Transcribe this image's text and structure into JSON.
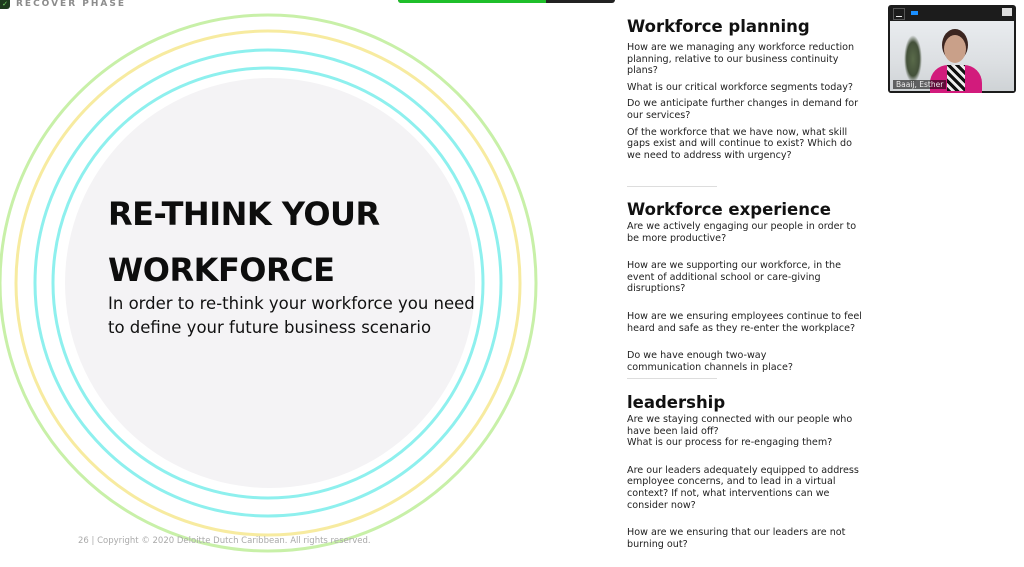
{
  "header": {
    "phase_label": "RECOVER PHASE",
    "share_progress": 0.68
  },
  "slide": {
    "title_line1": "RE-THINK YOUR",
    "title_line2": "WORKFORCE",
    "subtitle": "In order to re-think your workforce you need to define your future business scenario",
    "footer": "26  |  Copyright © 2020 Deloitte Dutch Caribbean.  All rights reserved."
  },
  "sections": [
    {
      "heading": "Workforce planning",
      "questions": [
        "How are we managing any workforce reduction planning,  relative to our business continuity plans?",
        "What is our critical workforce segments today?",
        "Do we anticipate further changes in demand for our services?",
        "Of the workforce that we have now, what skill gaps exist and will continue to exist? Which do we need to address with urgency?"
      ]
    },
    {
      "heading": "Workforce experience",
      "questions": [
        "Are we actively engaging our people in order to be more  productive?",
        "How are we supporting our workforce, in the event of additional school or care-giving disruptions?",
        "How are we ensuring employees continue to feel heard and safe as they  re-enter the workplace?",
        "Do we have enough two-way communication channels in place?"
      ]
    },
    {
      "heading": "leadership",
      "questions": [
        "Are we staying connected with our people who have been laid off?",
        "What  is our process for re-engaging them?",
        "Are our leaders adequately equipped to address employee concerns, and to lead in a virtual context? If not, what interventions can we consider now?",
        "How are we ensuring that our leaders are not burning out?"
      ]
    }
  ],
  "video": {
    "participant_name": "Baaij, Esther"
  },
  "colors": {
    "ring_green": "#c8f0a8",
    "ring_yellow": "#f7eba0",
    "ring_cyan": "#8ef0ee",
    "inner_circle": "#f4f3f5",
    "accent": "#1fbf2a"
  }
}
